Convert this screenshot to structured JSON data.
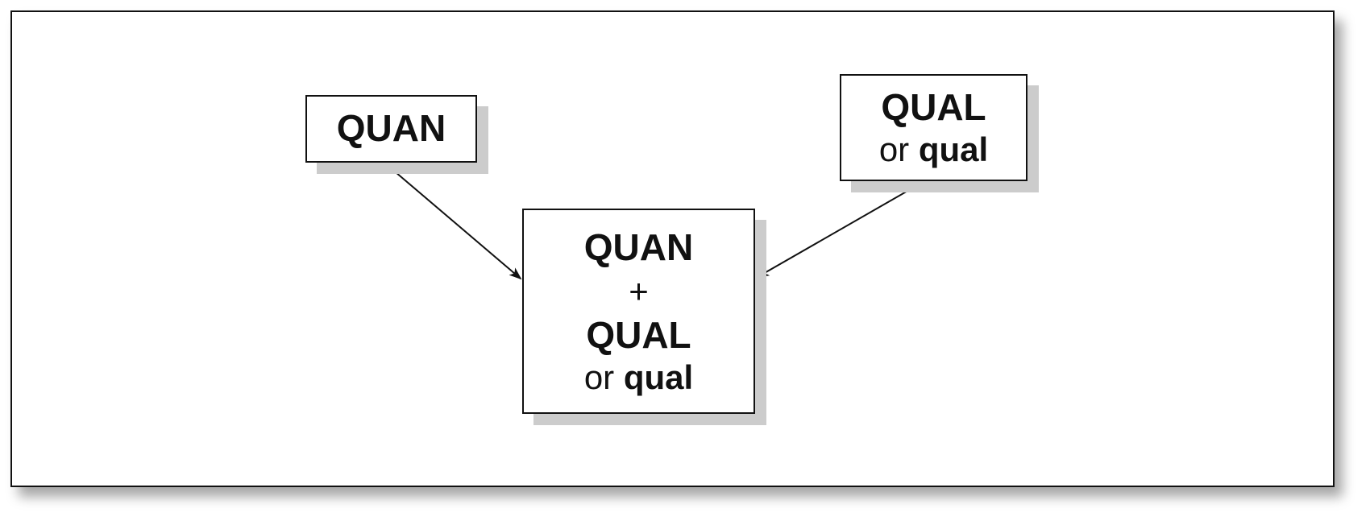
{
  "diagram": {
    "left_box": {
      "label": "QUAN"
    },
    "right_box": {
      "line1": "QUAL",
      "or_word": "or",
      "qual_word": "qual"
    },
    "center_box": {
      "line1": "QUAN",
      "plus": "+",
      "line3": "QUAL",
      "or_word": "or",
      "qual_word": "qual"
    },
    "colors": {
      "border": "#111111",
      "shadow": "#cccccc",
      "text": "#111111"
    }
  }
}
